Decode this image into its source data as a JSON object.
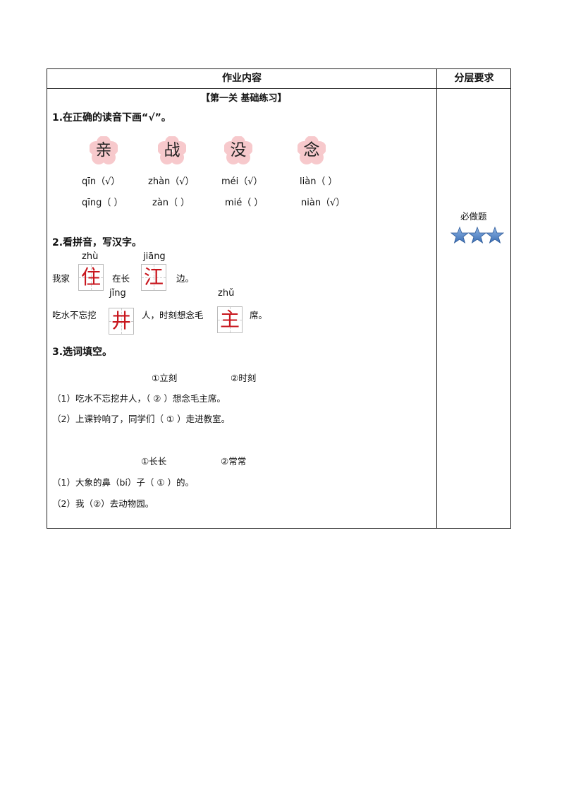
{
  "header": {
    "content": "作业内容",
    "level": "分层要求"
  },
  "section_title": "【第一关  基础练习】",
  "q1": {
    "title": "1.在正确的读音下画“√”。",
    "items": [
      {
        "char": "亲",
        "opt1": "qīn（√）",
        "opt2": "qīng（    ）"
      },
      {
        "char": "战",
        "opt1": "zhàn（√）",
        "opt2": "zàn（    ）"
      },
      {
        "char": "没",
        "opt1": "méi（√）",
        "opt2": "mié（    ）"
      },
      {
        "char": "念",
        "opt1": "liàn（    ）",
        "opt2": "niàn（√）"
      }
    ]
  },
  "q2": {
    "title": "2.看拼音，写汉字。",
    "line1": {
      "pre": "我家",
      "py1": "zhù",
      "ans1": "住",
      "mid": "在长",
      "py2": "jiāng",
      "ans2": "江",
      "post": "边。"
    },
    "line2": {
      "pre": "吃水不忘挖",
      "py1": "jǐng",
      "ans1": "井",
      "mid": "人，时刻想念毛",
      "py2": "zhǔ",
      "ans2": "主",
      "post": "席。"
    }
  },
  "q3": {
    "title": "3.选词填空。",
    "group1": {
      "opts": [
        "①立刻",
        "②时刻"
      ],
      "s1": "（1）吃水不忘挖井人，（    ②    ）想念毛主席。",
      "s2": "（2）上课铃响了，同学们（    ①    ）走进教室。"
    },
    "group2": {
      "opts": [
        "①长长",
        "②常常"
      ],
      "s1": "（1）大象的鼻（bí）子（    ①    ）的。",
      "s2": "（2）我（②）去动物园。"
    }
  },
  "level": {
    "label": "必做题",
    "stars": 3,
    "star_color": "#4a7fc1"
  }
}
